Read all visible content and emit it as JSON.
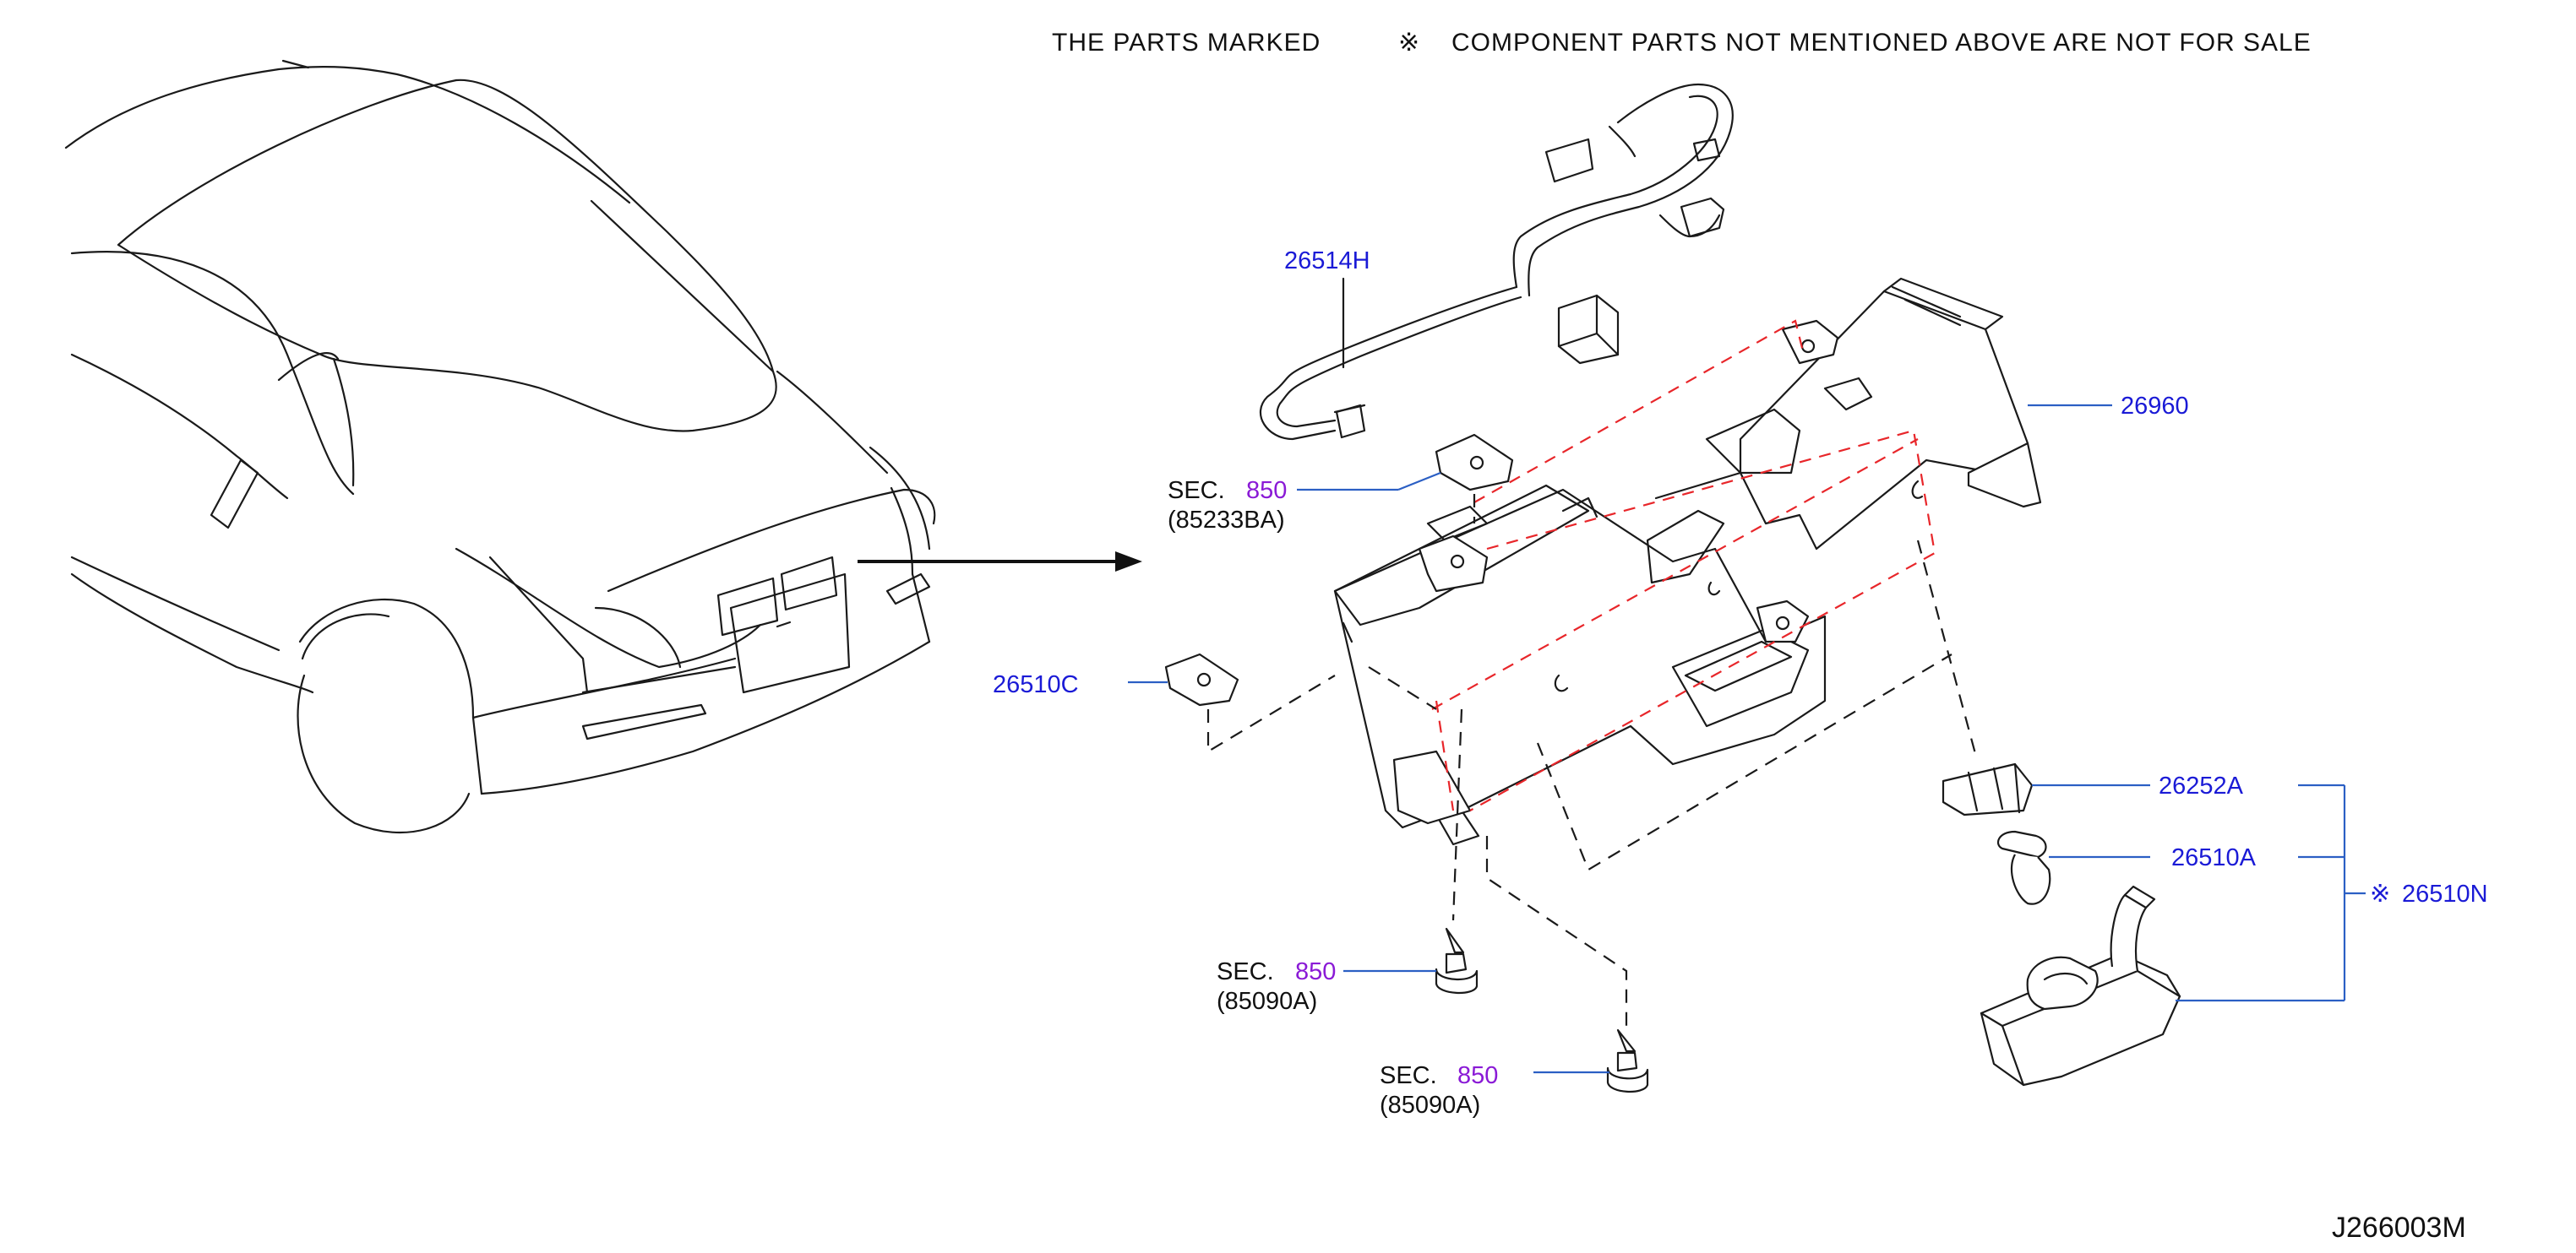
{
  "header": {
    "left": "THE   PARTS   MARKED",
    "symbol": "※",
    "right": "COMPONENT   PARTS   NOT   MENTIONED   ABOVE   ARE   NOT   FOR   SALE"
  },
  "callouts": {
    "p26514H": "26514H",
    "p26960": "26960",
    "p26510C": "26510C",
    "p26252A": "26252A",
    "p26510A": "26510A",
    "p26510N_symbol": "※",
    "p26510N": "26510N"
  },
  "sections": [
    {
      "prefix": "SEC.",
      "number": "850",
      "part": "(85233BA)"
    },
    {
      "prefix": "SEC.",
      "number": "850",
      "part": "(85090A)"
    },
    {
      "prefix": "SEC.",
      "number": "850",
      "part": "(85090A)"
    }
  ],
  "diagram_code": "J266003M",
  "colors": {
    "callout": "#1a1ad6",
    "section": "#8a1ad6",
    "leader": "#2b5fc4",
    "hidden_line": "#e8262a"
  }
}
